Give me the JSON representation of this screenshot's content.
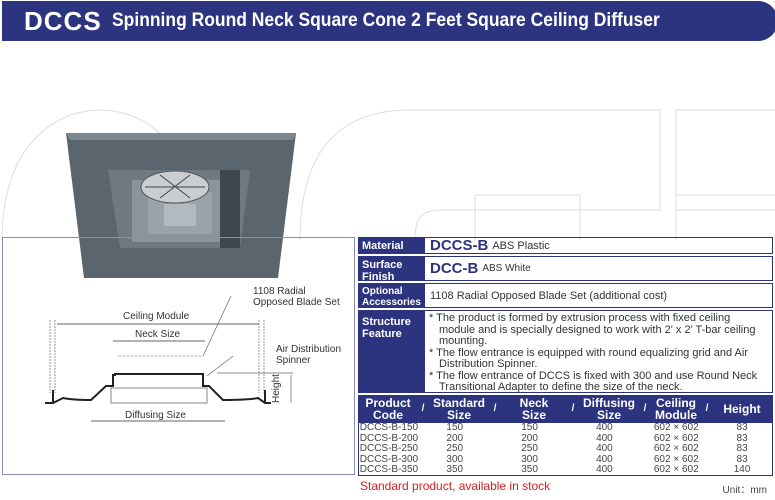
{
  "header": {
    "code": "DCCS",
    "title": "Spinning Round Neck Square Cone 2 Feet Square Ceiling Diffuser"
  },
  "diagram": {
    "blade_set": "1108 Radial",
    "blade_set2": "Opposed Blade Set",
    "ceiling_module": "Ceiling Module",
    "neck_size": "Neck Size",
    "spinner": "Air Distribution",
    "spinner2": "Spinner",
    "height": "Height",
    "diffusing_size": "Diffusing Size"
  },
  "specs": {
    "material": {
      "label": "Material",
      "code": "DCCS-B",
      "value": "ABS Plastic"
    },
    "surface": {
      "label1": "Surface",
      "label2": "Finish",
      "code": "DCC-B",
      "value": "ABS White"
    },
    "optional": {
      "label1": "Optional",
      "label2": "Accessories",
      "value": "1108 Radial Opposed Blade Set (additional cost)"
    },
    "structure": {
      "label1": "Structure",
      "label2": "Feature",
      "items": [
        "* The product is formed by extrusion process with fixed ceiling module and is specially designed to work with 2' x 2' T-bar ceiling mounting.",
        "* The flow entrance is equipped with round equalizing grid and Air Distribution Spinner.",
        "* The flow entrance of DCCS is fixed with 300 and use Round Neck Transitional Adapter to define the size of the neck."
      ]
    }
  },
  "table": {
    "headers": [
      [
        "Product",
        "Code"
      ],
      [
        "Standard",
        "Size"
      ],
      [
        "Neck",
        "Size"
      ],
      [
        "Diffusing",
        "Size"
      ],
      [
        "Ceiling",
        "Module"
      ],
      [
        "Height",
        ""
      ]
    ],
    "rows": [
      [
        "DCCS-B-150",
        "150",
        "150",
        "400",
        "602 × 602",
        "83"
      ],
      [
        "DCCS-B-200",
        "200",
        "200",
        "400",
        "602 × 602",
        "83"
      ],
      [
        "DCCS-B-250",
        "250",
        "250",
        "400",
        "602 × 602",
        "83"
      ],
      [
        "DCCS-B-300",
        "300",
        "300",
        "400",
        "602 × 602",
        "83"
      ],
      [
        "DCCS-B-350",
        "350",
        "350",
        "400",
        "602 × 602",
        "140"
      ]
    ]
  },
  "footer": {
    "stock": "Standard product, available in stock",
    "unit": "Unit：mm"
  }
}
